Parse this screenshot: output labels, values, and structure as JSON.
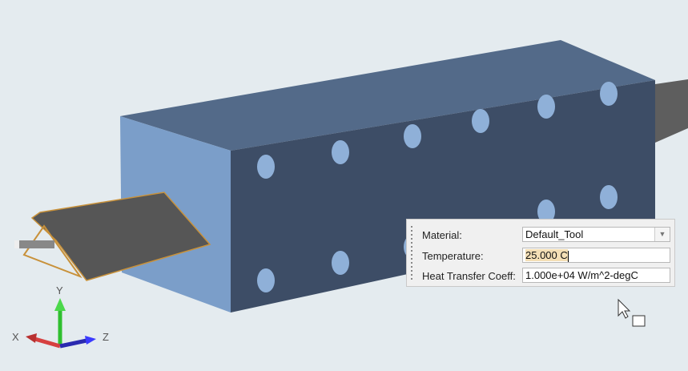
{
  "properties_panel": {
    "material_label": "Material:",
    "material_value": "Default_Tool",
    "temperature_label": "Temperature:",
    "temperature_value": "25.000 C",
    "htc_label": "Heat Transfer Coeff:",
    "htc_value": "1.000e+04 W/m^2-degC"
  },
  "triad": {
    "x": "X",
    "y": "Y",
    "z": "Z"
  },
  "colors": {
    "box_front": "#3d4d66",
    "box_top": "#536a89",
    "box_side": "#7b9ec9",
    "part": "#565656",
    "background": "#e4ebef"
  }
}
